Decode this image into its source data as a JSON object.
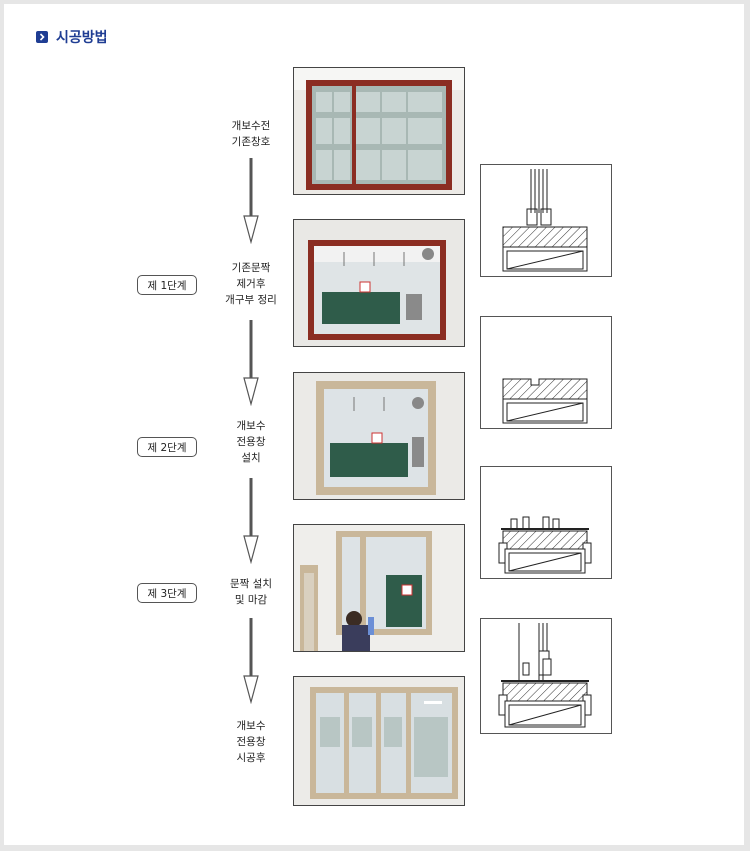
{
  "section_title": "시공방법",
  "steps": [
    {
      "label_lines": [
        "개보수전",
        "기존창호"
      ]
    },
    {
      "badge": "제 1단계",
      "label_lines": [
        "기존문짝",
        "제거후",
        "개구부 정리"
      ]
    },
    {
      "badge": "제 2단계",
      "label_lines": [
        "개보수",
        "전용창",
        "설치"
      ]
    },
    {
      "badge": "제 3단계",
      "label_lines": [
        "문짝 설치",
        "및 마감"
      ]
    },
    {
      "label_lines": [
        "개보수",
        "전용창",
        "시공후"
      ]
    }
  ],
  "colors": {
    "accent": "#1f3d93",
    "old_frame": "#8b2d22",
    "new_frame": "#c9b79a",
    "board": "#2f5c4a"
  }
}
